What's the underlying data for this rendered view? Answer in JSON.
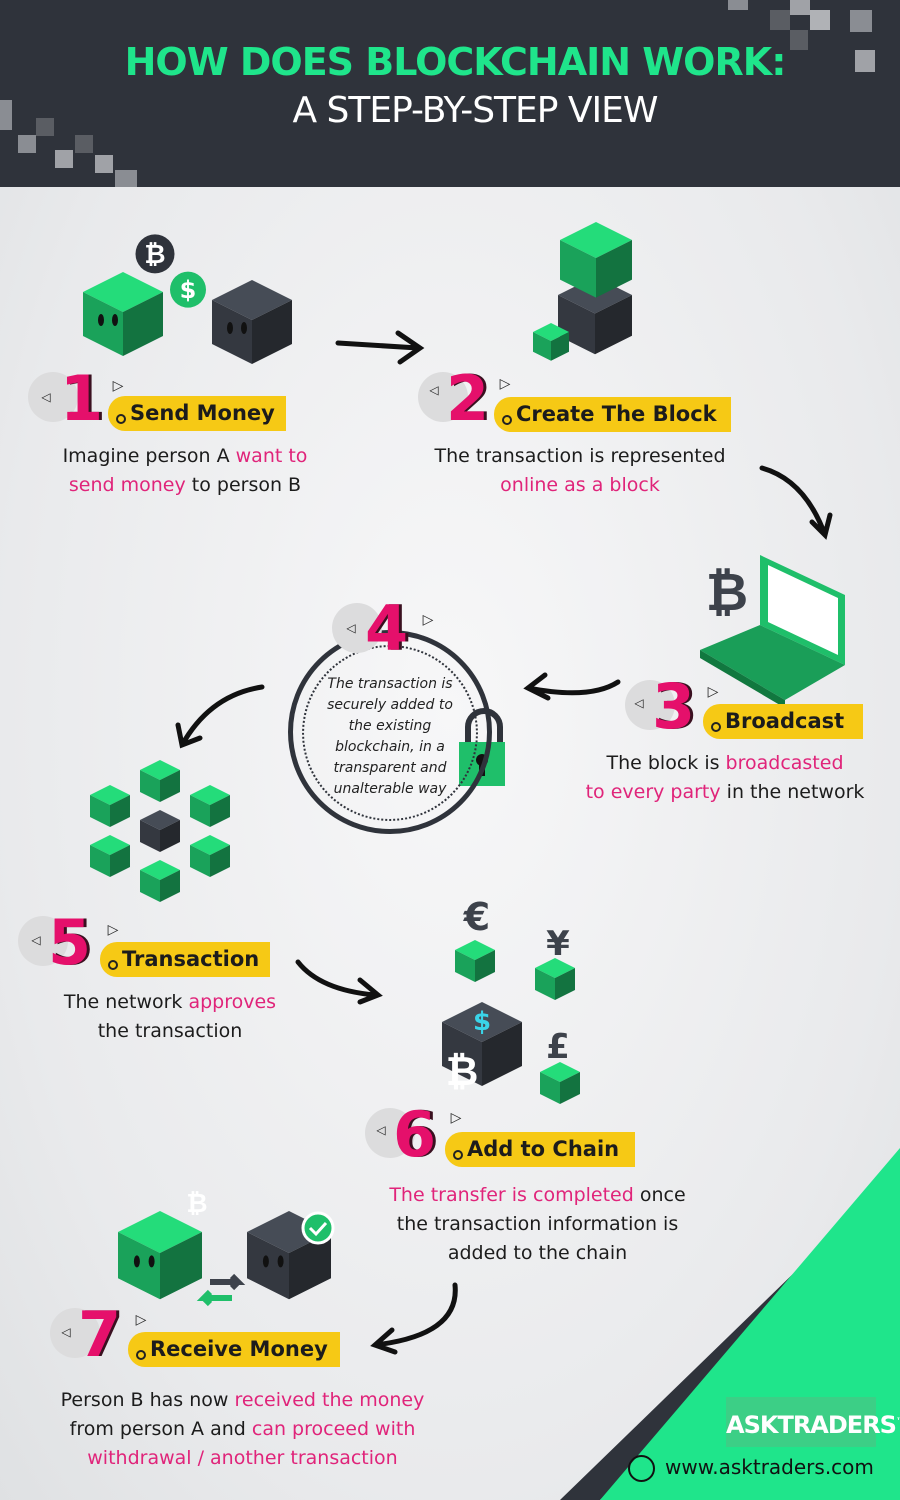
{
  "header": {
    "title_line1": "HOW DOES BLOCKCHAIN WORK:",
    "title_line2": "A STEP-BY-STEP VIEW"
  },
  "colors": {
    "header_bg": "#2f333b",
    "green": "#1fe58b",
    "pink": "#e5106b",
    "yellow": "#f6c915",
    "cube_dark": "#3d424b"
  },
  "steps": [
    {
      "number": "1",
      "label": "Send Money",
      "desc": [
        [
          {
            "t": "Imagine person A "
          },
          {
            "t": "want to",
            "hl": true
          }
        ],
        [
          {
            "t": "send money",
            "hl": true
          },
          {
            "t": " to person B"
          }
        ]
      ]
    },
    {
      "number": "2",
      "label": "Create The Block",
      "desc": [
        [
          {
            "t": "The transaction is represented"
          }
        ],
        [
          {
            "t": "online as a block",
            "hl": true
          }
        ]
      ]
    },
    {
      "number": "3",
      "label": "Broadcast",
      "desc": [
        [
          {
            "t": "The block is "
          },
          {
            "t": "broadcasted",
            "hl": true
          }
        ],
        [
          {
            "t": "to every party",
            "hl": true
          },
          {
            "t": " in the network"
          }
        ]
      ]
    },
    {
      "number": "4",
      "text": "The transaction is securely added to the existing blockchain, in a transparent and unalterable way"
    },
    {
      "number": "5",
      "label": "Transaction",
      "desc": [
        [
          {
            "t": "The network "
          },
          {
            "t": "approves",
            "hl": true
          }
        ],
        [
          {
            "t": "the transaction"
          }
        ]
      ]
    },
    {
      "number": "6",
      "label": "Add to Chain",
      "desc": [
        [
          {
            "t": "The transfer is completed",
            "hl": true
          },
          {
            "t": " once"
          }
        ],
        [
          {
            "t": "the transaction information is"
          }
        ],
        [
          {
            "t": "added to the chain"
          }
        ]
      ]
    },
    {
      "number": "7",
      "label": "Receive Money",
      "desc": [
        [
          {
            "t": "Person B has now "
          },
          {
            "t": "received the money",
            "hl": true
          }
        ],
        [
          {
            "t": "from person A and "
          },
          {
            "t": "can proceed with",
            "hl": true
          }
        ],
        [
          {
            "t": "withdrawal / another transaction",
            "hl": true
          }
        ]
      ]
    }
  ],
  "icons": {
    "bitcoin": "₿",
    "dollar": "$",
    "euro": "€",
    "yen": "¥",
    "pound": "£"
  },
  "footer": {
    "logo": "ASKTRADERS",
    "trademark": "™",
    "url": "www.asktraders.com"
  }
}
